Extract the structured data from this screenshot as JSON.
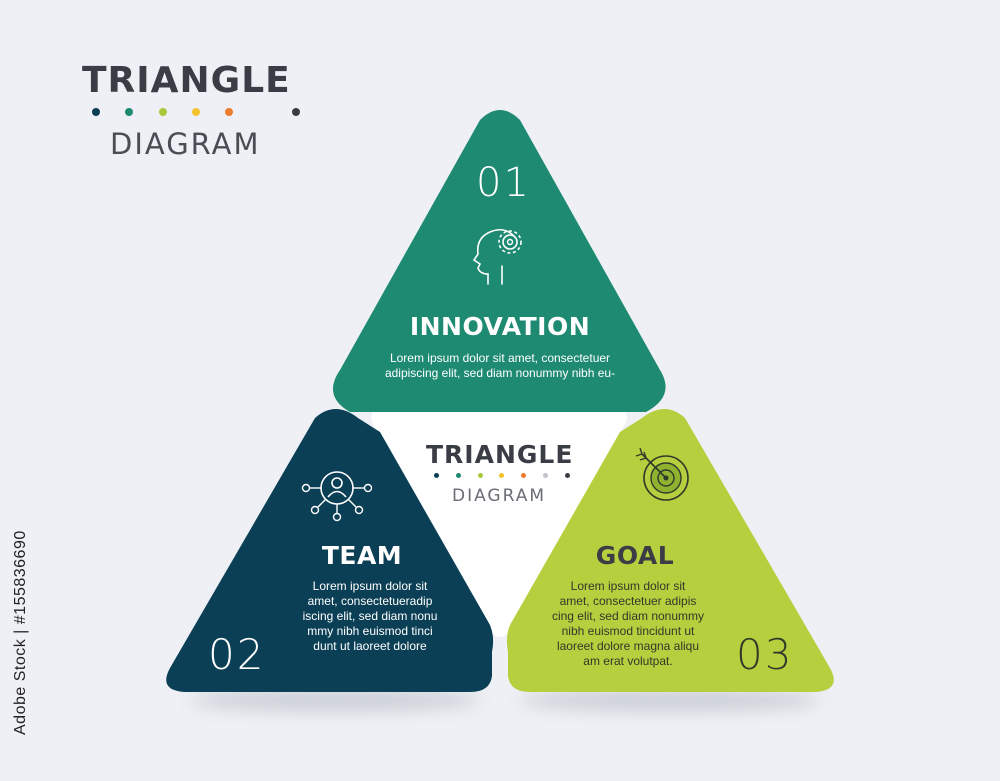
{
  "header": {
    "title": "TRIANGLE",
    "subtitle": "DIAGRAM",
    "dot_colors": [
      "#0b3f55",
      "#1e8a72",
      "#a9c93a",
      "#f4c22d",
      "#ec7b2a",
      "#3a3d45"
    ]
  },
  "center": {
    "title": "TRIANGLE",
    "subtitle": "DIAGRAM",
    "dot_colors": [
      "#0b3f55",
      "#1e8a72",
      "#a9c93a",
      "#f4c22d",
      "#ec7b2a",
      "#bfc3ca",
      "#3a3d45"
    ]
  },
  "segments": [
    {
      "number": "01",
      "title": "INNOVATION",
      "text": "Lorem ipsum dolor sit amet, consectetuer\nadipiscing elit, sed diam nonummy nibh eu-",
      "color": "#1e8a72",
      "icon": "head-gear-icon"
    },
    {
      "number": "02",
      "title": "TEAM",
      "text": "Lorem ipsum dolor sit\namet, consectetueradip\niscing elit, sed diam nonu\nmmy nibh euismod tinci\ndunt ut laoreet dolore",
      "color": "#0b3f55",
      "icon": "team-network-icon"
    },
    {
      "number": "03",
      "title": "GOAL",
      "text": "Lorem ipsum dolor sit\namet, consectetuer adipis\ncing elit, sed diam nonummy\nnibh euismod tincidunt ut\nlaoreet dolore magna aliqu\nam erat volutpat.",
      "color": "#b5cf3e",
      "icon": "target-arrow-icon"
    }
  ],
  "watermark": {
    "side_text": "Adobe Stock | #155836690"
  }
}
